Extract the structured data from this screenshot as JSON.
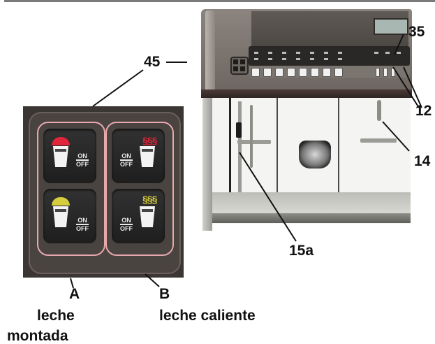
{
  "figure": {
    "callouts": {
      "c45": "45",
      "c35": "35",
      "c12": "12",
      "c14": "14",
      "c15a": "15a"
    },
    "group_labels": {
      "a_letter": "A",
      "a_text_line1": "leche",
      "a_text_line2": "montada",
      "b_letter": "B",
      "b_text": "leche caliente"
    },
    "control_panel": {
      "keys": [
        {
          "id": "A-top",
          "icon": "frothed-milk-cup-icon",
          "foam_color": "#e0243a",
          "on_label": "ON",
          "off_label": "OFF"
        },
        {
          "id": "A-bottom",
          "icon": "frothed-milk-cup-icon",
          "foam_color": "#d5cc3e",
          "on_label": "ON",
          "off_label": "OFF"
        },
        {
          "id": "B-top",
          "icon": "hot-milk-cup-icon",
          "steam_color": "#e0243a",
          "on_label": "ON",
          "off_label": "OFF"
        },
        {
          "id": "B-bottom",
          "icon": "hot-milk-cup-icon",
          "steam_color": "#d5cc3e",
          "on_label": "ON",
          "off_label": "OFF"
        }
      ],
      "highlight_color": "#e7a8ad"
    }
  }
}
